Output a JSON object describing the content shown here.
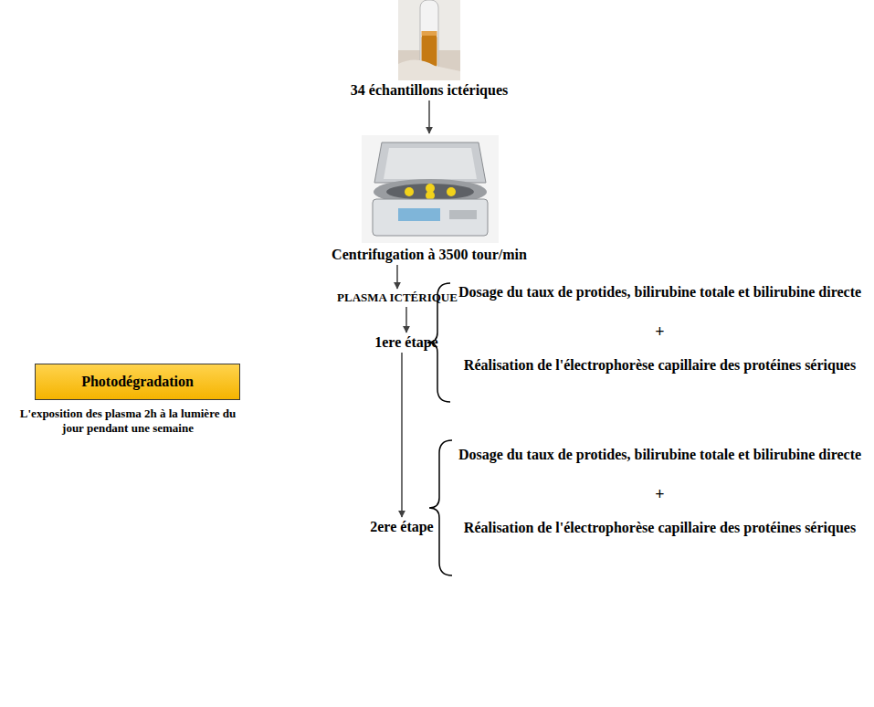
{
  "diagram": {
    "nodes": [
      {
        "text": [
          "34 échantillons ictériques"
        ]
      },
      {
        "text": [
          "Centrifugation à 3500 tour/min"
        ]
      },
      {
        "text": [
          "PLASMA ICTÉRIQUE"
        ]
      },
      {
        "text": [
          "1ere étape"
        ]
      },
      {
        "text": [
          "2ere étape"
        ]
      },
      {
        "text": [
          "Photodégradation",
          "L'exposition des plasma 2h à la lumière du jour pendant une semaine"
        ]
      }
    ],
    "edges": [
      {
        "from": 0,
        "to": 1,
        "arrow": "to"
      },
      {
        "from": 1,
        "to": 2,
        "arrow": "to"
      },
      {
        "from": 2,
        "to": 3,
        "arrow": "to"
      },
      {
        "from": 3,
        "to": 4,
        "arrow": "to"
      }
    ],
    "labels": [
      "Dosage du taux de protides, bilirubine totale et bilirubine directe",
      "+",
      "Réalisation de l'électrophorèse capillaire des protéines sériques",
      "Dosage du taux de protides, bilirubine totale et bilirubine directe",
      "+",
      "Réalisation de l'électrophorèse capillaire des protéines sériques"
    ]
  }
}
